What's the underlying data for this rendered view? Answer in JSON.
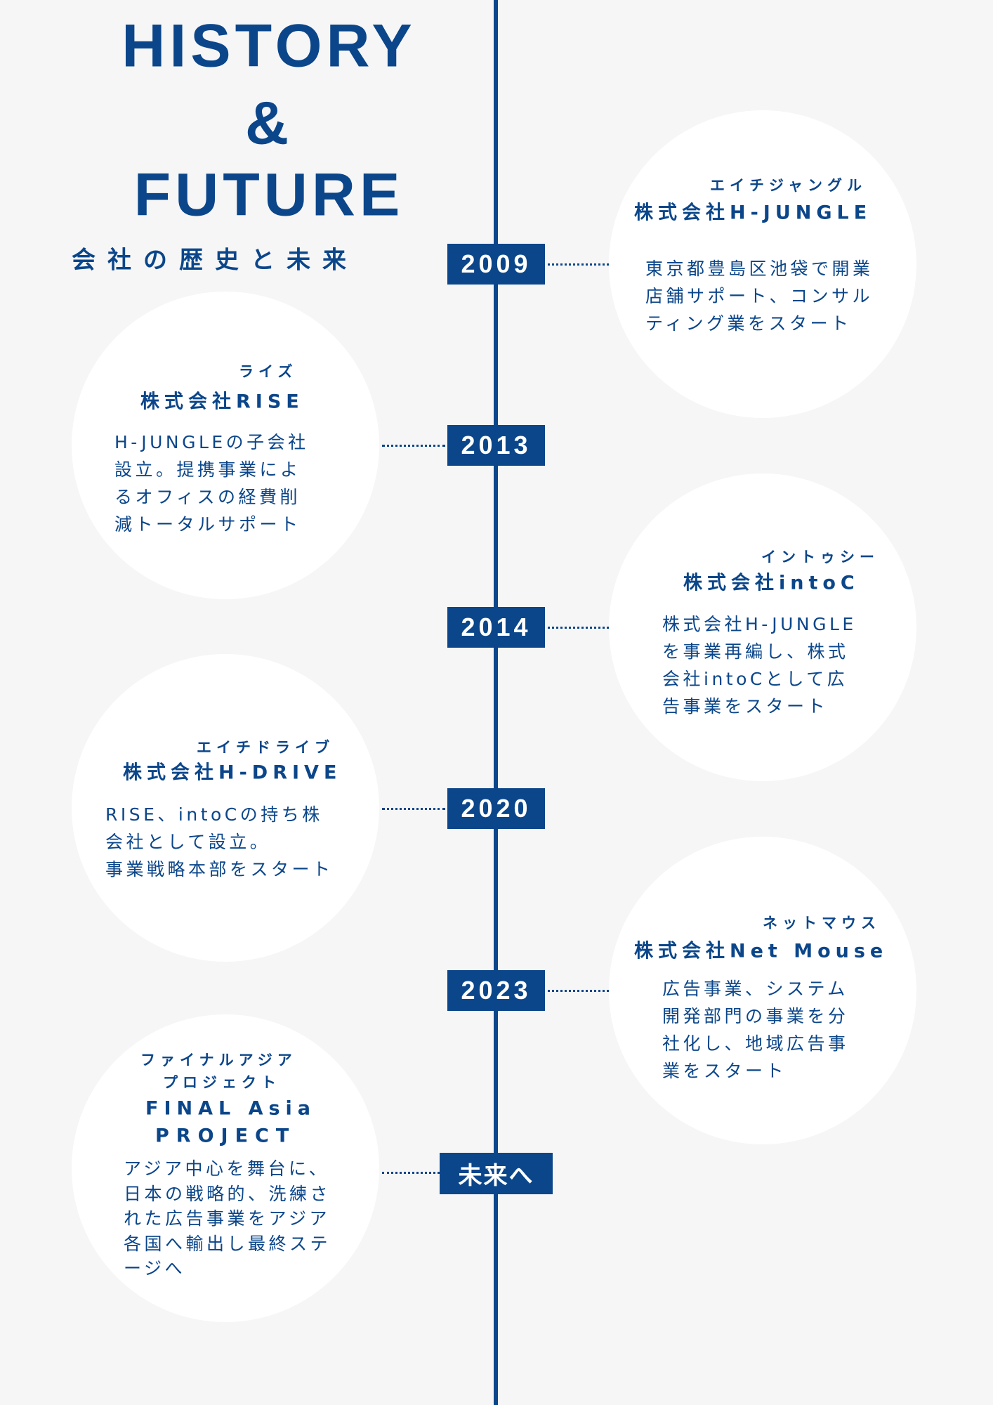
{
  "header": {
    "title_line1": "HISTORY",
    "title_line2": "&",
    "title_line3": "FUTURE",
    "subtitle": "会社の歴史と未来"
  },
  "colors": {
    "primary": "#0b468a",
    "background": "#f6f6f6",
    "circle": "#ffffff"
  },
  "timeline": [
    {
      "year": "2009",
      "kana": "エイチジャングル",
      "name": "株式会社H-JUNGLE",
      "desc": "東京都豊島区池袋で開業\n店舗サポート、コンサル\nティング業をスタート"
    },
    {
      "year": "2013",
      "kana": "ライズ",
      "name": "株式会社RISE",
      "desc": "H-JUNGLEの子会社\n設立。提携事業によ\nるオフィスの経費削\n減トータルサポート"
    },
    {
      "year": "2014",
      "kana": "イントゥシー",
      "name": "株式会社intoC",
      "desc": "株式会社H-JUNGLE\nを事業再編し、株式\n会社intoCとして広\n告事業をスタート"
    },
    {
      "year": "2020",
      "kana": "エイチドライブ",
      "name": "株式会社H-DRIVE",
      "desc": "RISE、intoCの持ち株\n会社として設立。\n事業戦略本部をスタート"
    },
    {
      "year": "2023",
      "kana": "ネットマウス",
      "name": "株式会社Net Mouse",
      "desc": "広告事業、システム\n開発部門の事業を分\n社化し、地域広告事\n業をスタート"
    },
    {
      "year": "未来へ",
      "kana1": "ファイナルアジア",
      "kana2": "プロジェクト",
      "name1": "FINAL Asia",
      "name2": "PROJECT",
      "desc": "アジア中心を舞台に、\n日本の戦略的、洗練さ\nれた広告事業をアジア\n各国へ輸出し最終ステ\nージへ"
    }
  ]
}
